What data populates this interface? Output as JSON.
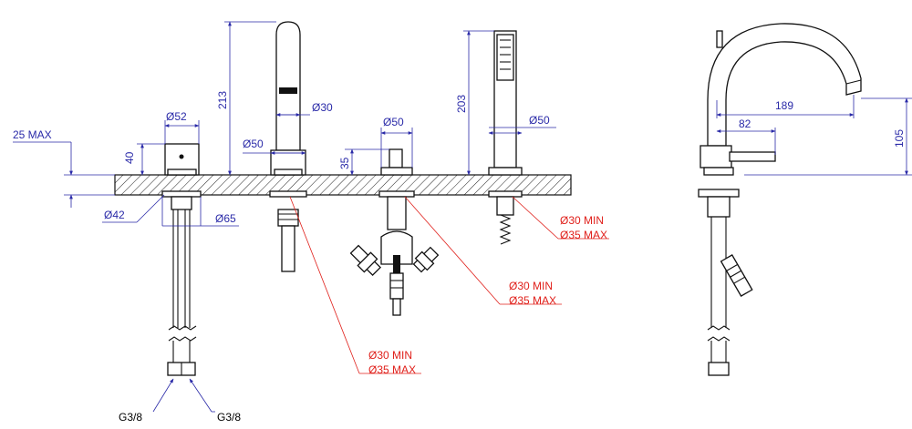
{
  "labels": {
    "d52": "Ø52",
    "d50_spout": "Ø50",
    "d30_spout": "Ø30",
    "d50_valve": "Ø50",
    "d50_hand": "Ø50",
    "d42": "Ø42",
    "d65": "Ø65",
    "h213": "213",
    "h203": "203",
    "h40": "40",
    "h35": "35",
    "max25": "25 MAX",
    "w189": "189",
    "w82": "82",
    "h105": "105",
    "g38_left": "G3/8",
    "g38_right": "G3/8"
  },
  "notes": {
    "hand_min": "Ø30 MIN",
    "hand_max": "Ø35 MAX",
    "valve_min": "Ø30 MIN",
    "valve_max": "Ø35 MAX",
    "spout_min": "Ø30 MIN",
    "spout_max": "Ø35 MAX"
  },
  "colors": {
    "dimension": "#2a2aa8",
    "note": "#e0201b",
    "outline": "#111111"
  }
}
